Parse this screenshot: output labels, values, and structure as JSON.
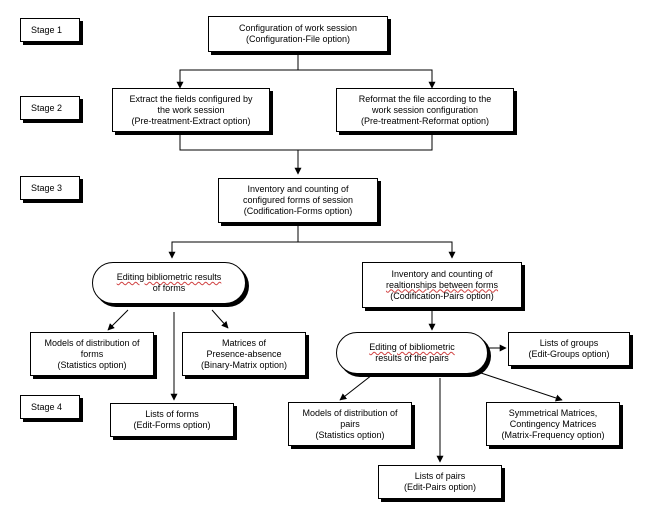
{
  "stages": [
    {
      "id": "stage1",
      "label": "Stage 1"
    },
    {
      "id": "stage2",
      "label": "Stage 2"
    },
    {
      "id": "stage3",
      "label": "Stage 3"
    },
    {
      "id": "stage4",
      "label": "Stage 4"
    }
  ],
  "nodes": {
    "config": {
      "lines": [
        "Configuration of work session",
        "(Configuration-File option)"
      ]
    },
    "extract": {
      "lines": [
        "Extract the fields configured by",
        "the work session",
        "(Pre-treatment-Extract option)"
      ]
    },
    "reformat": {
      "lines": [
        "Reformat the file according to the",
        "work session configuration",
        "(Pre-treatment-Reformat option)"
      ]
    },
    "inventory_forms": {
      "lines": [
        "Inventory and counting of",
        "configured forms of session",
        "(Codification-Forms option)"
      ]
    },
    "editing_forms": {
      "lines": [
        "Editing bibliometric results",
        "of forms"
      ]
    },
    "inventory_pairs": {
      "lines": [
        "Inventory and counting of",
        "realtionships between forms",
        "(Codification-Pairs option)"
      ]
    },
    "models_forms": {
      "lines": [
        "Models of distribution of",
        "forms",
        "(Statistics option)"
      ]
    },
    "matrices_presence": {
      "lines": [
        "Matrices of",
        "Presence-absence",
        "(Binary-Matrix option)"
      ]
    },
    "editing_pairs": {
      "lines": [
        "Editing of bibliometric",
        "results of the pairs"
      ]
    },
    "lists_groups": {
      "lines": [
        "Lists of groups",
        "(Edit-Groups option)"
      ]
    },
    "lists_forms": {
      "lines": [
        "Lists of forms",
        "(Edit-Forms option)"
      ]
    },
    "models_pairs": {
      "lines": [
        "Models of distribution of",
        "pairs",
        "(Statistics option)"
      ]
    },
    "symmetrical": {
      "lines": [
        "Symmetrical Matrices,",
        "Contingency Matrices",
        "(Matrix-Frequency option)"
      ]
    },
    "lists_pairs": {
      "lines": [
        "Lists of pairs",
        "(Edit-Pairs option)"
      ]
    }
  }
}
